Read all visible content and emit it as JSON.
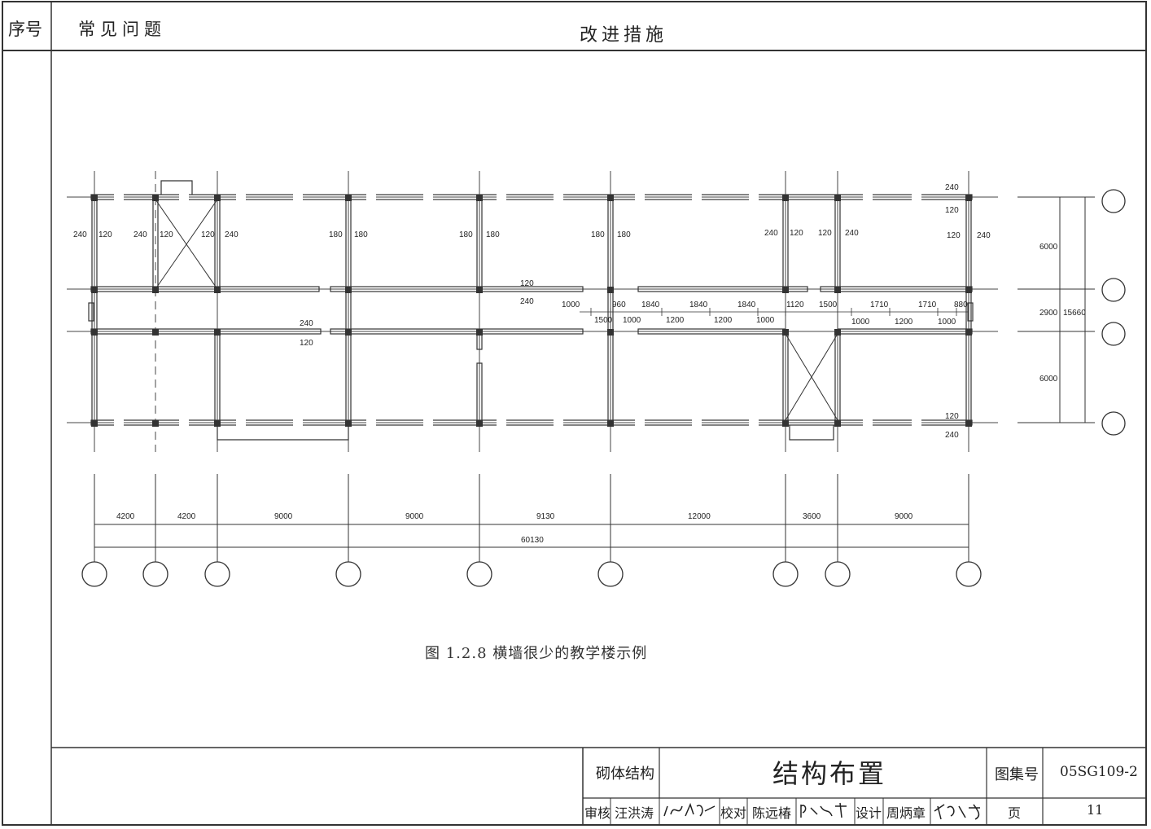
{
  "header": {
    "no_label": "序号",
    "question_label": "常见问题",
    "improvement_label": "改进措施"
  },
  "figure": {
    "caption": "图 1.2.8 横墙很少的教学楼示例",
    "bay_dims": [
      "4200",
      "4200",
      "9000",
      "9000",
      "9130",
      "12000",
      "3600",
      "9000"
    ],
    "total_length": "60130",
    "transverse_dims": [
      "6000",
      "2900",
      "6000"
    ],
    "total_depth": "15660",
    "wall_labels": {
      "w240": "240",
      "w120": "120",
      "w180": "180",
      "w1000": "1000",
      "w960": "960",
      "w1840": "1840",
      "w1500": "1500",
      "w1200": "1200",
      "w1120": "1120",
      "w1710": "1710",
      "w880": "880"
    }
  },
  "title_block": {
    "category": "砌体结构",
    "title": "结构布置",
    "set_label": "图集号",
    "set_no": "05SG109-2",
    "review_label": "审核",
    "reviewer": "汪洪涛",
    "check_label": "校对",
    "checker": "陈远椿",
    "design_label": "设计",
    "designer": "周炳章",
    "page_label": "页",
    "page_no": "11"
  }
}
